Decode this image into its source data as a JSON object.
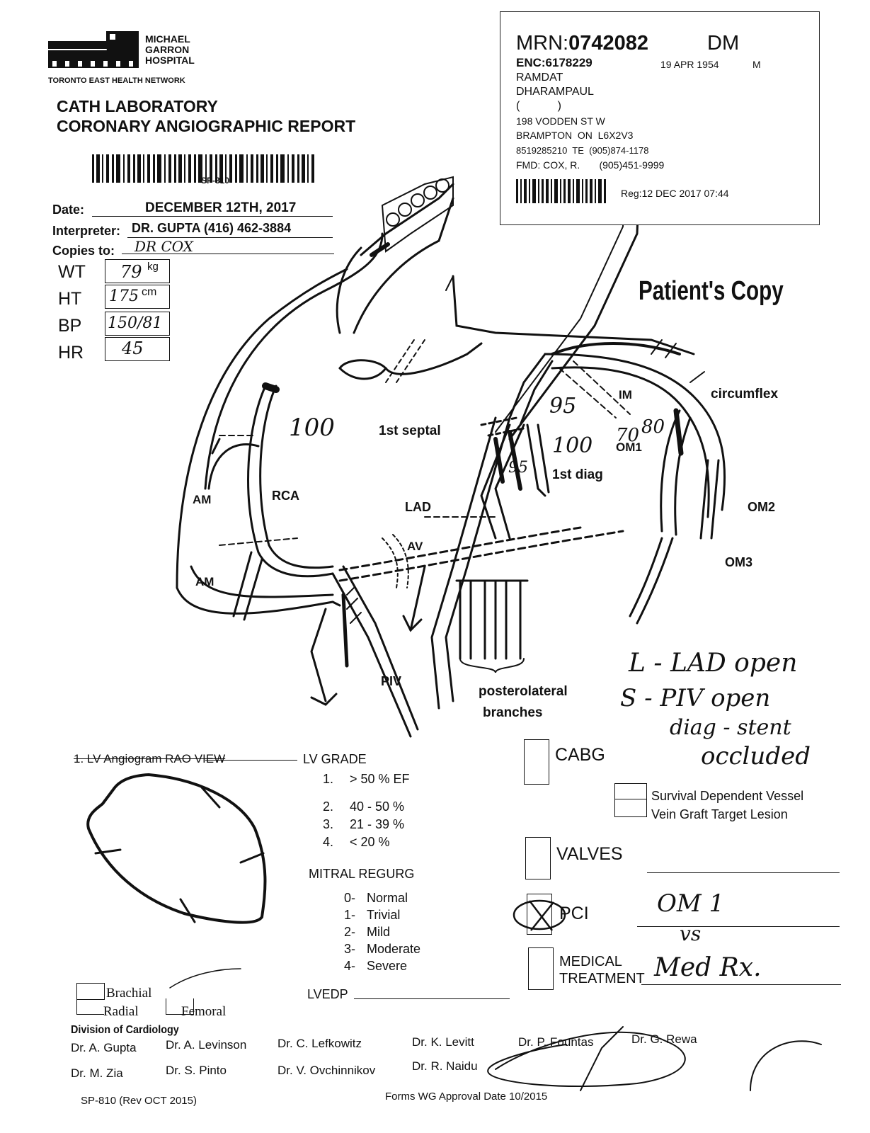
{
  "hospital": {
    "name_line1": "MICHAEL",
    "name_line2": "GARRON",
    "name_line3": "HOSPITAL",
    "network": "TORONTO EAST HEALTH NETWORK"
  },
  "report": {
    "title_line1": "CATH LABORATORY",
    "title_line2": "CORONARY ANGIOGRAPHIC REPORT",
    "barcode_code": "SP-810"
  },
  "patient_sticker": {
    "mrn_label": "MRN:",
    "mrn": "0742082",
    "doctor_code": "DM",
    "enc": "ENC:6178229",
    "dob": "19 APR 1954",
    "sex": "M",
    "surname": "RAMDAT",
    "given_name": "DHARAMPAUL",
    "paren": "(            )",
    "address1": "198 VODDEN ST W",
    "address2": "BRAMPTON  ON  L6X2V3",
    "phone": "8519285210  TE  (905)874-1178",
    "fmd": "FMD: COX, R.       (905)451-9999",
    "reg": "Reg:12 DEC 2017 07:44"
  },
  "form_fields": {
    "date_label": "Date:",
    "date_value": "DECEMBER 12TH, 2017",
    "interpreter_label": "Interpreter:",
    "interpreter_value": "DR. GUPTA (416) 462-3884",
    "copies_label": "Copies to:",
    "copies_value": "DR COX"
  },
  "vitals": [
    {
      "label": "WT",
      "value": "79",
      "unit": "kg"
    },
    {
      "label": "HT",
      "value": "175",
      "unit": "cm"
    },
    {
      "label": "BP",
      "value": "150/81",
      "unit": ""
    },
    {
      "label": "HR",
      "value": "45",
      "unit": ""
    }
  ],
  "patients_copy": "Patient's Copy",
  "vessel_labels": {
    "circumflex": "circumflex",
    "im": "IM",
    "om1": "OM1",
    "om2": "OM2",
    "om3": "OM3",
    "first_septal": "1st septal",
    "first_diag": "1st diag",
    "lad": "LAD",
    "av": "AV",
    "rca": "RCA",
    "am_upper": "AM",
    "am_lower": "AM",
    "piv": "PIV",
    "posterolateral_line1": "posterolateral",
    "posterolateral_line2": "branches"
  },
  "handwritten_stenosis": {
    "rca": "100",
    "lad_95": "95",
    "diag_95": "95",
    "diag_100": "100",
    "om_70": "70",
    "om_80": "80"
  },
  "handwritten_notes": {
    "line1": "L - LAD open",
    "line2": "S - PIV open",
    "line3": "diag - stent",
    "line4": "occluded",
    "pci_note": "OM 1",
    "vs": "vs",
    "med_note": "Med Rx."
  },
  "lv_section": {
    "lv_angiogram": "1. LV Angiogram RAO VIEW",
    "lv_grade_title": "LV GRADE",
    "grades": [
      {
        "num": "1.",
        "text": "> 50 % EF"
      },
      {
        "num": "2.",
        "text": "40 - 50 %"
      },
      {
        "num": "3.",
        "text": "21 - 39 %"
      },
      {
        "num": "4.",
        "text": "< 20 %"
      }
    ],
    "mitral_title": "MITRAL REGURG",
    "mitral": [
      {
        "num": "0-",
        "text": "Normal"
      },
      {
        "num": "1-",
        "text": "Trivial"
      },
      {
        "num": "2-",
        "text": "Mild"
      },
      {
        "num": "3-",
        "text": "Moderate"
      },
      {
        "num": "4-",
        "text": "Severe"
      }
    ],
    "lvedp": "LVEDP"
  },
  "recommendation": {
    "cabg": "CABG",
    "survival": "Survival Dependent Vessel",
    "vein_graft": "Vein Graft Target Lesion",
    "valves": "VALVES",
    "pci": "PCI",
    "medical_line1": "MEDICAL",
    "medical_line2": "TREATMENT"
  },
  "access": {
    "brachial": "Brachial",
    "radial": "Radial",
    "femoral": "Femoral"
  },
  "footer": {
    "division": "Division of Cardiology",
    "doctors": [
      "Dr. A. Gupta",
      "Dr. A. Levinson",
      "Dr. C. Lefkowitz",
      "Dr. K. Levitt",
      "Dr. P. Fountas",
      "Dr. G. Rewa",
      "Dr. M. Zia",
      "Dr. S. Pinto",
      "Dr. V. Ovchinnikov",
      "Dr. R. Naidu"
    ],
    "form_code": "SP-810 (Rev OCT 2015)",
    "approval": "Forms WG Approval Date 10/2015"
  }
}
